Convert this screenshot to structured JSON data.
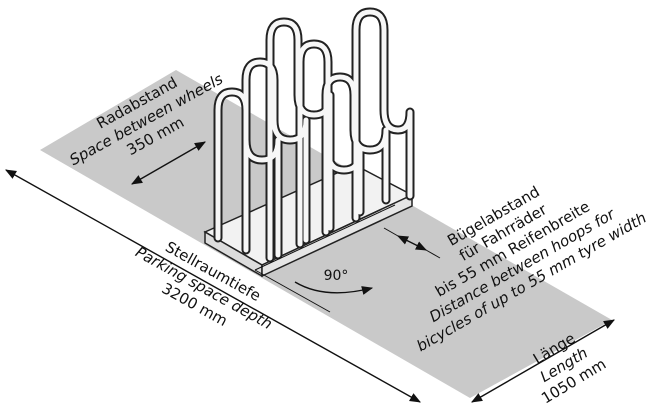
{
  "labels": {
    "wheel_spacing": {
      "de": "Radabstand",
      "en": "Space between wheels",
      "value": "350 mm"
    },
    "hoop_spacing": {
      "de_line1": "Bügelabstand",
      "de_line2": "für Fahrräder",
      "de_line3": "bis 55 mm Reifenbreite",
      "en_line1": "Distance between hoops for",
      "en_line2": "bicycles of up to 55 mm tyre width"
    },
    "angle": "90°",
    "parking_depth": {
      "de": "Stellraumtiefe",
      "en": "Parking space depth",
      "value": "3200 mm"
    },
    "length": {
      "de": "Länge",
      "en": "Length",
      "value": "1050 mm"
    }
  },
  "colors": {
    "floor": "#c9c9c9",
    "line": "#222222",
    "rack_fill": "#f2f2f2"
  }
}
